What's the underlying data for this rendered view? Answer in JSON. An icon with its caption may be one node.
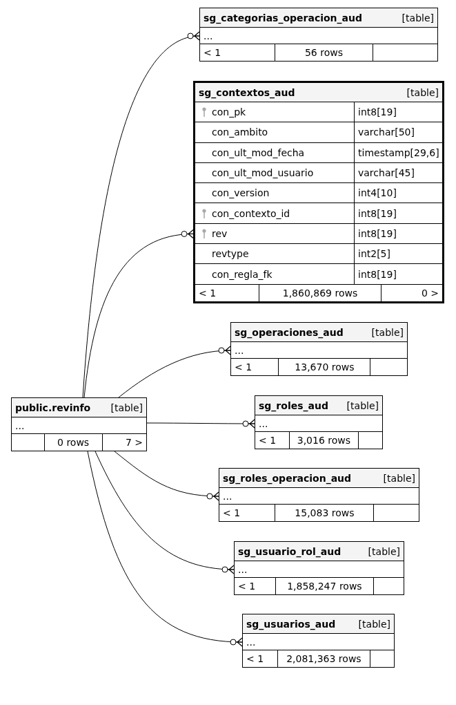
{
  "diagram": {
    "nodes": [
      {
        "text": [
          "sg_categorias_operacion_aud",
          "[table]",
          "...",
          "< 1",
          "56 rows"
        ]
      },
      {
        "text": [
          "sg_contextos_aud",
          "[table]",
          "con_pk",
          "int8[19]",
          "con_ambito",
          "varchar[50]",
          "con_ult_mod_fecha",
          "timestamp[29,6]",
          "con_ult_mod_usuario",
          "varchar[45]",
          "con_version",
          "int4[10]",
          "con_contexto_id",
          "int8[19]",
          "rev",
          "int8[19]",
          "revtype",
          "int2[5]",
          "con_regla_fk",
          "int8[19]",
          "< 1",
          "1,860,869 rows",
          "0 >"
        ]
      },
      {
        "text": [
          "sg_operaciones_aud",
          "[table]",
          "...",
          "< 1",
          "13,670 rows"
        ]
      },
      {
        "text": [
          "sg_roles_aud",
          "[table]",
          "...",
          "< 1",
          "3,016 rows"
        ]
      },
      {
        "text": [
          "public.revinfo",
          "[table]",
          "...",
          "0 rows",
          "7 >"
        ]
      },
      {
        "text": [
          "sg_roles_operacion_aud",
          "[table]",
          "...",
          "< 1",
          "15,083 rows"
        ]
      },
      {
        "text": [
          "sg_usuario_rol_aud",
          "[table]",
          "...",
          "< 1",
          "1,858,247 rows"
        ]
      },
      {
        "text": [
          "sg_usuarios_aud",
          "[table]",
          "...",
          "< 1",
          "2,081,363 rows"
        ]
      }
    ],
    "edges": [
      {
        "from": 4,
        "to": 0,
        "arrow": "other"
      },
      {
        "from": 4,
        "to": 1,
        "arrow": "other"
      },
      {
        "from": 4,
        "to": 2,
        "arrow": "other"
      },
      {
        "from": 4,
        "to": 3,
        "arrow": "other"
      },
      {
        "from": 4,
        "to": 5,
        "arrow": "other"
      },
      {
        "from": 4,
        "to": 6,
        "arrow": "other"
      },
      {
        "from": 4,
        "to": 7,
        "arrow": "other"
      }
    ]
  }
}
